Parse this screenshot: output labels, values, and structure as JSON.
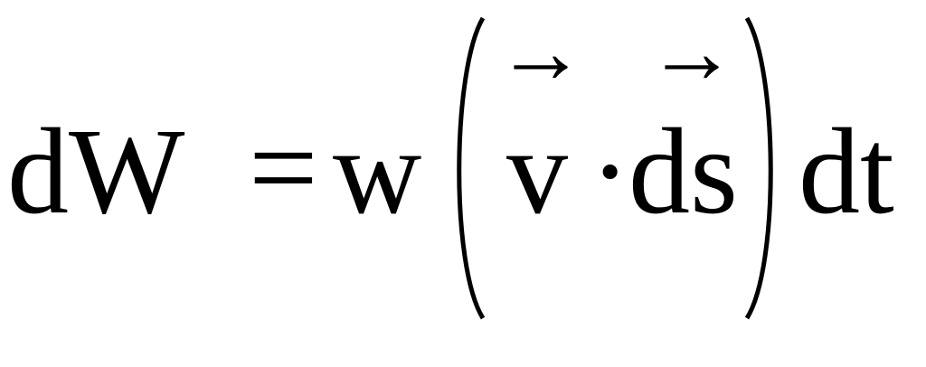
{
  "equation": {
    "lhs": "dW",
    "equals": "=",
    "coefficient": "w",
    "vector_1": "v",
    "dot": "·",
    "vector_2": "ds",
    "differential": "dt",
    "arrow": "→"
  }
}
